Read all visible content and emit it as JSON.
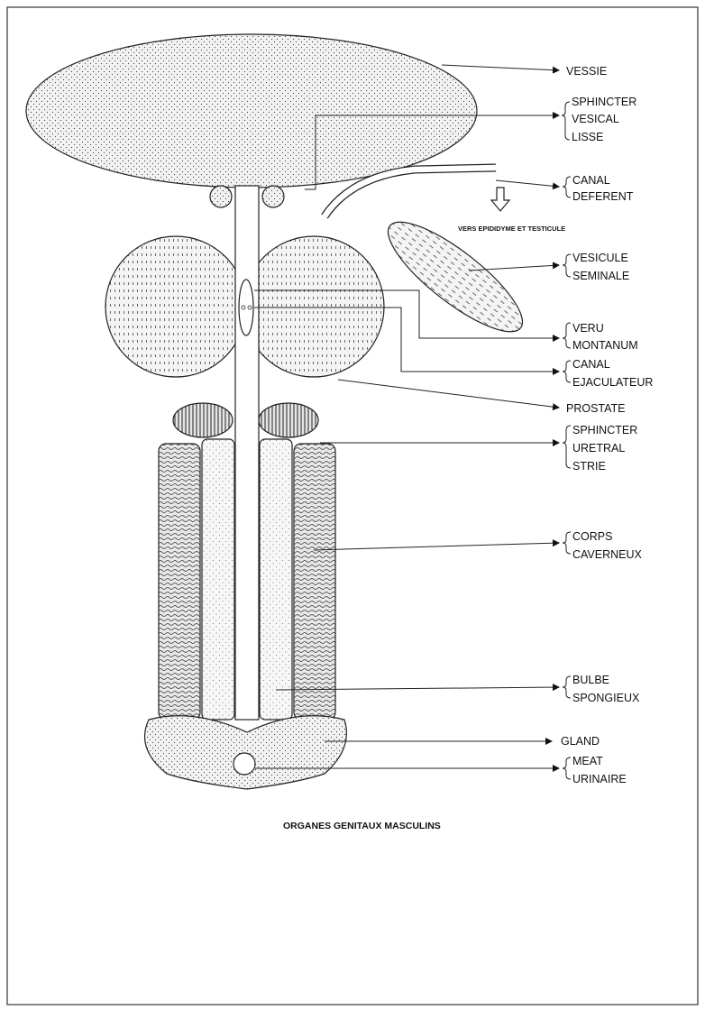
{
  "labels": {
    "vessie": "VESSIE",
    "sphincter_vesical": [
      "SPHINCTER",
      "VESICAL",
      "LISSE"
    ],
    "canal_deferent": [
      "CANAL",
      "DEFERENT"
    ],
    "vers_epididyme": "VERS EPIDIDYME ET TESTICULE",
    "vesicule_seminale": [
      "VESICULE",
      "SEMINALE"
    ],
    "veru_montanum": [
      "VERU",
      "MONTANUM"
    ],
    "canal_ejaculateur": [
      "CANAL",
      "EJACULATEUR"
    ],
    "prostate": "PROSTATE",
    "sphincter_uretral": [
      "SPHINCTER",
      "URETRAL",
      "STRIE"
    ],
    "corps_caverneux": [
      "CORPS",
      "CAVERNEUX"
    ],
    "bulbe_spongieux": [
      "BULBE",
      "SPONGIEUX"
    ],
    "gland": "GLAND",
    "meat_urinaire": [
      "MEAT",
      "URINAIRE"
    ]
  },
  "caption": "ORGANES GENITAUX MASCULINS"
}
